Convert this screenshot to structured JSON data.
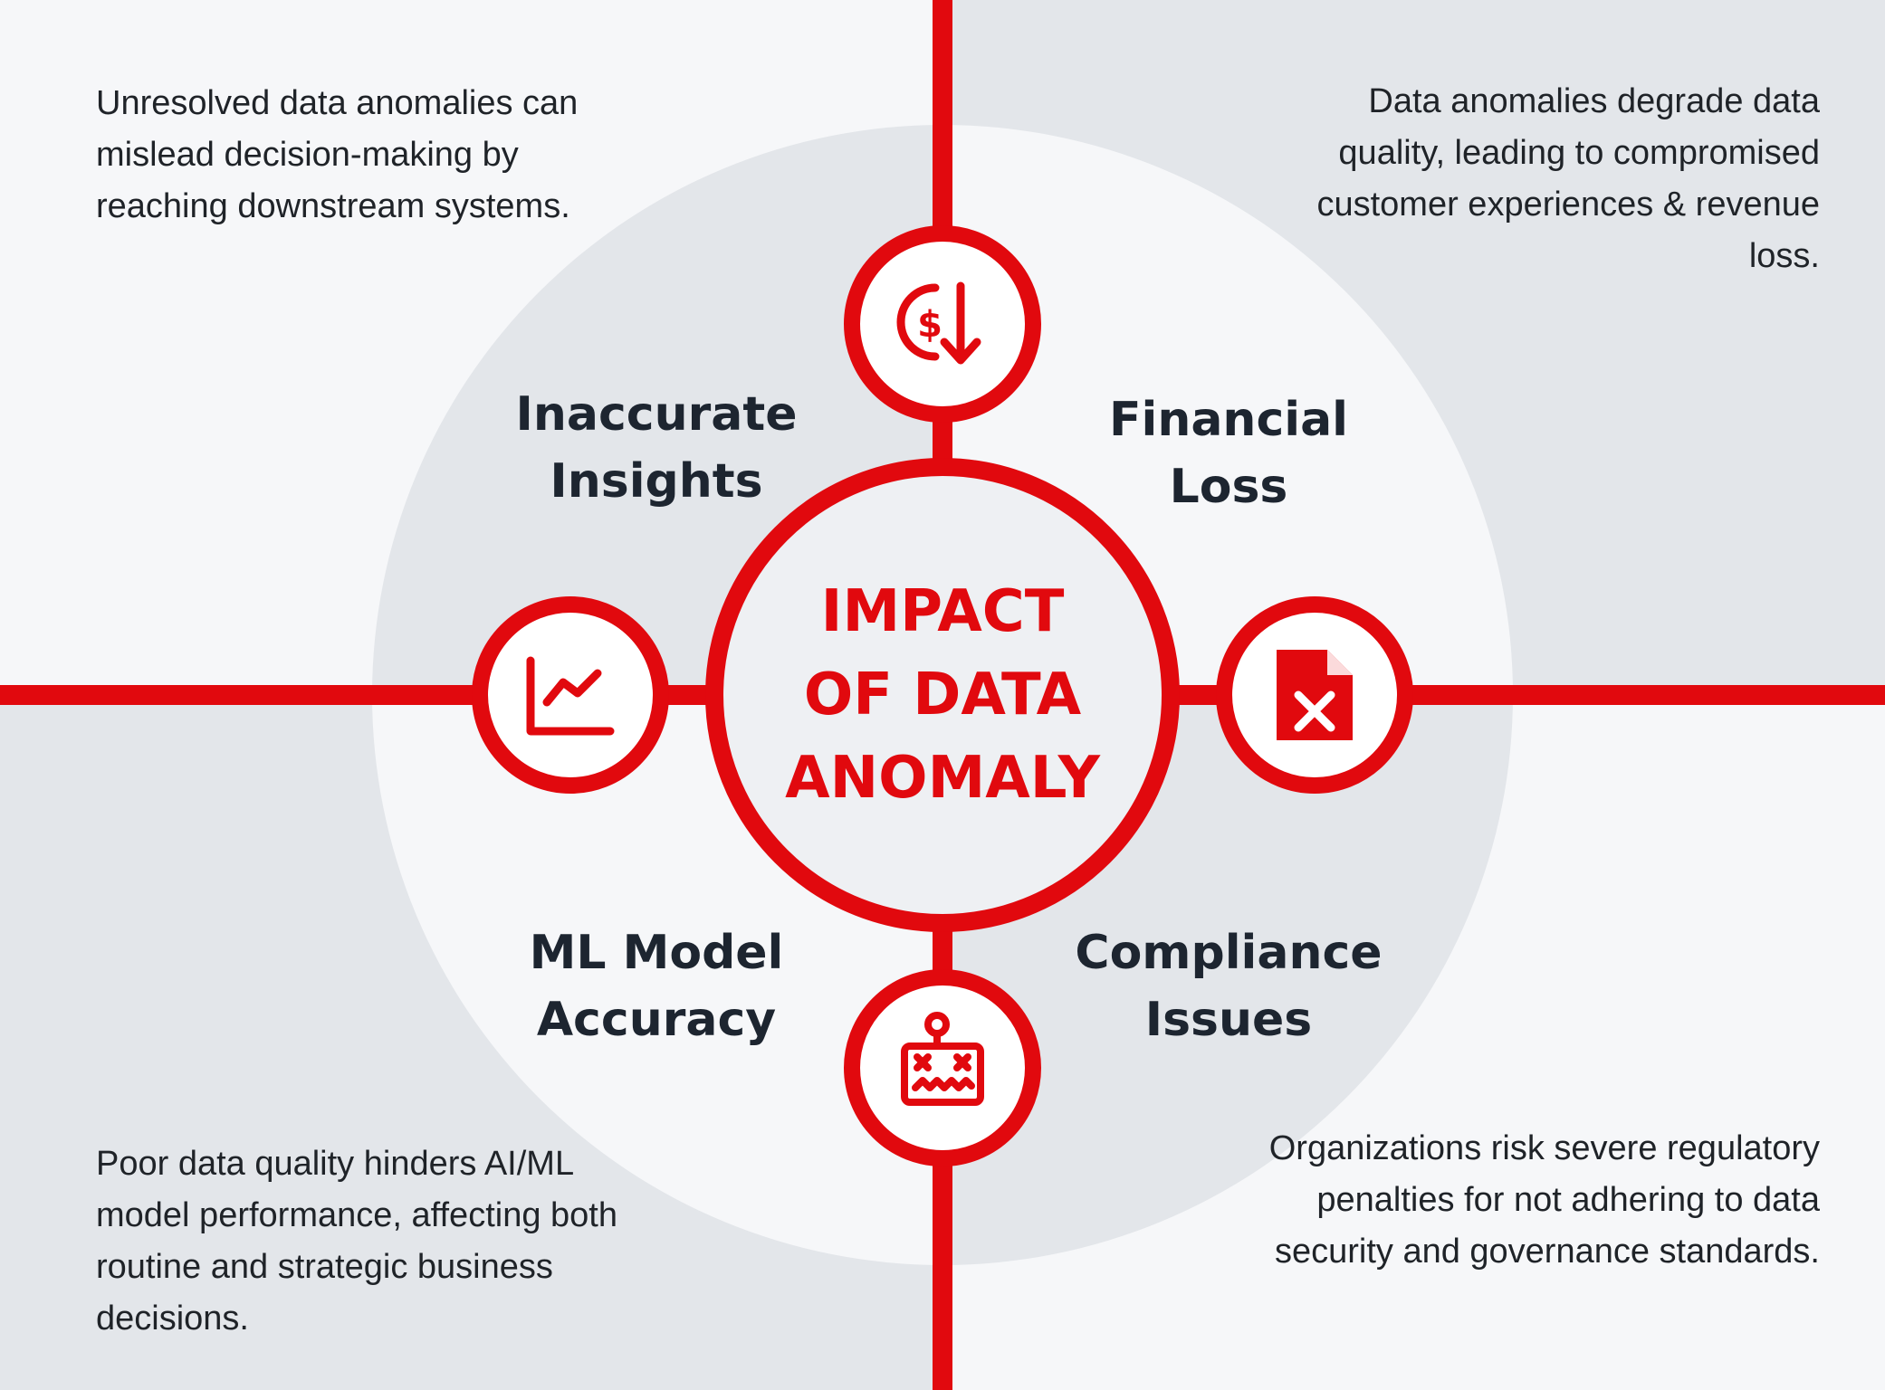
{
  "colors": {
    "accent": "#e1090e",
    "text_dark": "#1d2530",
    "panel_light": "#f6f7f9",
    "panel_grey": "#e3e6ea"
  },
  "center": {
    "line1": "IMPACT",
    "line2": "OF DATA",
    "line3": "ANOMALY"
  },
  "impacts": {
    "inaccurate_insights": {
      "label_line1": "Inaccurate",
      "label_line2": "Insights",
      "icon": "line-chart-icon",
      "description": "Unresolved data anomalies can mislead decision-making by reaching downstream systems."
    },
    "financial_loss": {
      "label_line1": "Financial",
      "label_line2": "Loss",
      "icon": "dollar-down-icon",
      "description": "Data anomalies degrade data quality, leading to compromised customer experiences & revenue loss."
    },
    "ml_model_accuracy": {
      "label_line1": "ML Model",
      "label_line2": "Accuracy",
      "icon": "broken-robot-icon",
      "description": "Poor data quality hinders AI/ML model performance, affecting both routine and strategic business decisions."
    },
    "compliance_issues": {
      "label_line1": "Compliance",
      "label_line2": "Issues",
      "icon": "document-x-icon",
      "description": "Organizations risk severe regulatory penalties for not adhering to data security and governance standards."
    }
  }
}
